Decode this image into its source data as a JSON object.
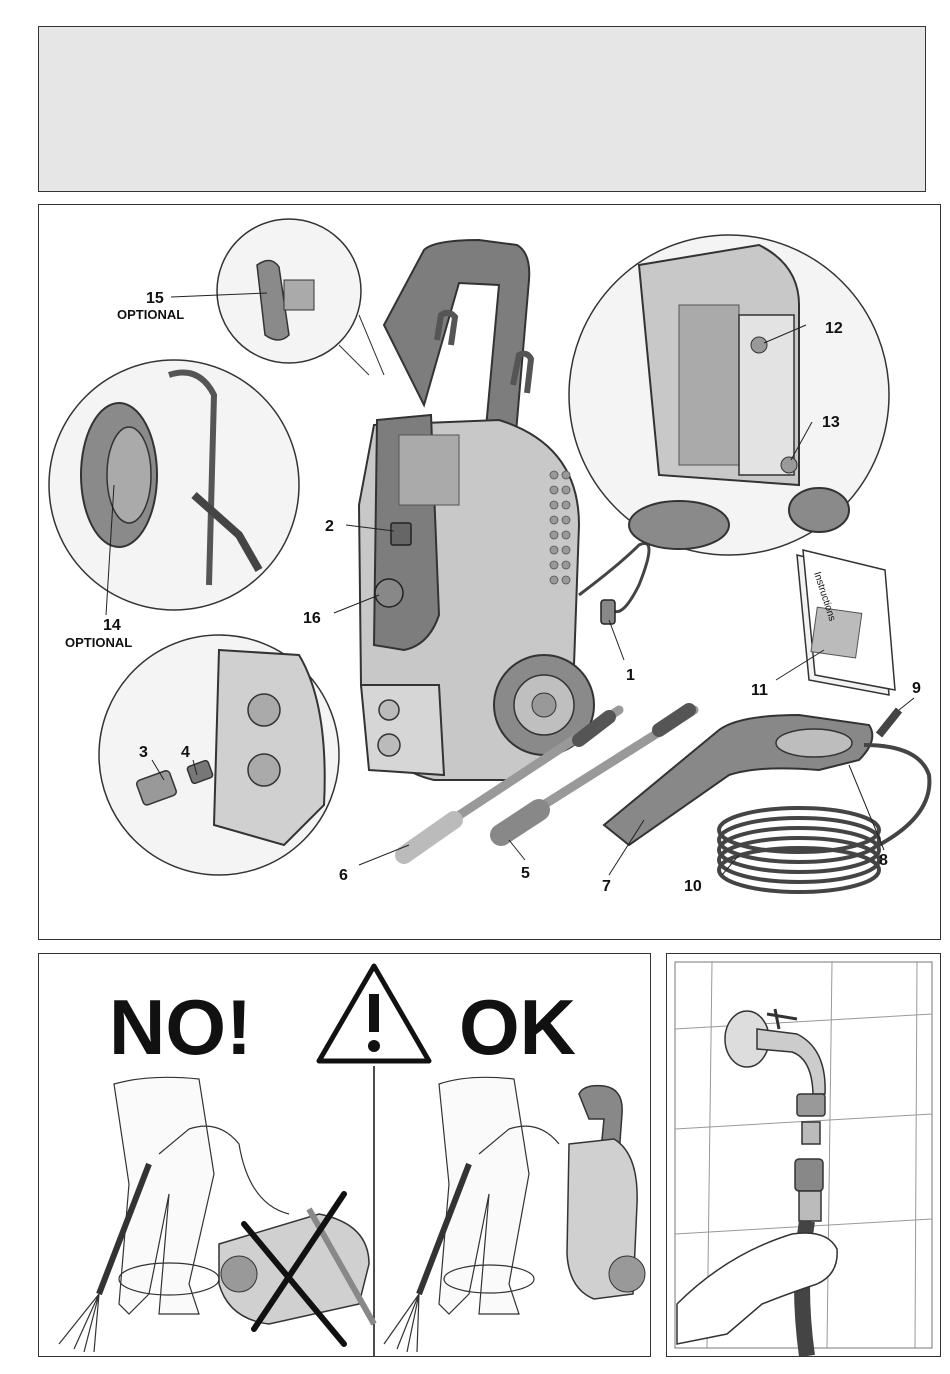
{
  "diagram": {
    "callouts": [
      {
        "id": "1",
        "text": "1"
      },
      {
        "id": "2",
        "text": "2"
      },
      {
        "id": "3",
        "text": "3"
      },
      {
        "id": "4",
        "text": "4"
      },
      {
        "id": "5",
        "text": "5"
      },
      {
        "id": "6",
        "text": "6"
      },
      {
        "id": "7",
        "text": "7"
      },
      {
        "id": "8",
        "text": "8"
      },
      {
        "id": "9",
        "text": "9"
      },
      {
        "id": "10",
        "text": "10"
      },
      {
        "id": "11",
        "text": "11"
      },
      {
        "id": "12",
        "text": "12"
      },
      {
        "id": "13",
        "text": "13"
      },
      {
        "id": "14",
        "text": "14"
      },
      {
        "id": "15",
        "text": "15"
      },
      {
        "id": "16",
        "text": "16"
      }
    ],
    "optional_label_15": "OPTIONAL",
    "optional_label_14": "OPTIONAL",
    "booklet_title": "Instructions"
  },
  "warning": {
    "no_label": "NO!",
    "ok_label": "OK",
    "symbol": "warning-triangle-icon"
  },
  "colors": {
    "machine_dark": "#7d7d7d",
    "machine_light": "#c8c8c8",
    "top_panel_fill": "#e6e6e6",
    "outline": "#333333"
  }
}
